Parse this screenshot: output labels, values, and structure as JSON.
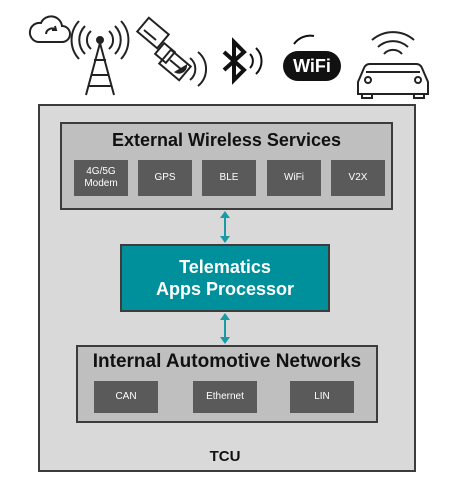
{
  "external_wireless": {
    "title": "External Wireless Services",
    "items": [
      "4G/5G\nModem",
      "GPS",
      "BLE",
      "WiFi",
      "V2X"
    ]
  },
  "processor": {
    "line1": "Telematics",
    "line2": "Apps Processor"
  },
  "internal_networks": {
    "title": "Internal Automotive Networks",
    "items": [
      "CAN",
      "Ethernet",
      "LIN"
    ]
  },
  "tcu_label": "TCU",
  "wifi_logo_text": "WiFi",
  "colors": {
    "processor": "#00909b",
    "arrow": "#1a9aa6",
    "chip": "#5a5a5a",
    "group": "#bfbfbf",
    "frame": "#d9d9d9"
  },
  "icons": [
    "cloud-sync-icon",
    "cell-tower-icon",
    "satellite-icon",
    "bluetooth-icon",
    "wifi-logo-icon",
    "connected-car-icon"
  ]
}
